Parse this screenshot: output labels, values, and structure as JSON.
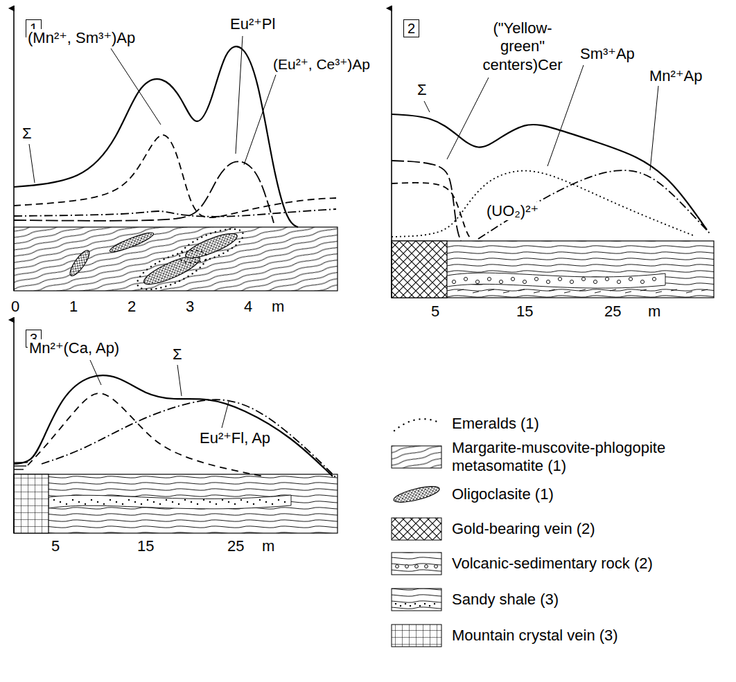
{
  "diagram": {
    "nodes": [
      {
        "text": [
          "1"
        ]
      },
      {
        "text": [
          "2"
        ]
      },
      {
        "text": [
          "3"
        ]
      }
    ],
    "labels": [
      "(Mn²⁺, Sm³⁺)Ap",
      "Eu²⁺Pl",
      "(Eu²⁺, Ce³⁺)Ap",
      "Σ",
      "0",
      "1",
      "2",
      "3",
      "4",
      "m",
      "Σ",
      "(\"Yellow-green\" centers)Cer",
      "Sm³⁺Ap",
      "Mn²⁺Ap",
      "(UO₂)²⁺",
      "5",
      "15",
      "25",
      "m",
      "Mn²⁺(Ca, Ap)",
      "Σ",
      "Eu²⁺Fl, Ap",
      "5",
      "15",
      "25",
      "m"
    ],
    "legend": [
      {
        "text": "Emeralds (1)"
      },
      {
        "text": "Margarite-muscovite-phlogopite metasomatite (1)"
      },
      {
        "text": "Oligoclasite (1)"
      },
      {
        "text": "Gold-bearing vein (2)"
      },
      {
        "text": "Volcanic-sedimentary rock (2)"
      },
      {
        "text": "Sandy shale (3)"
      },
      {
        "text": "Mountain crystal vein (3)"
      }
    ]
  }
}
